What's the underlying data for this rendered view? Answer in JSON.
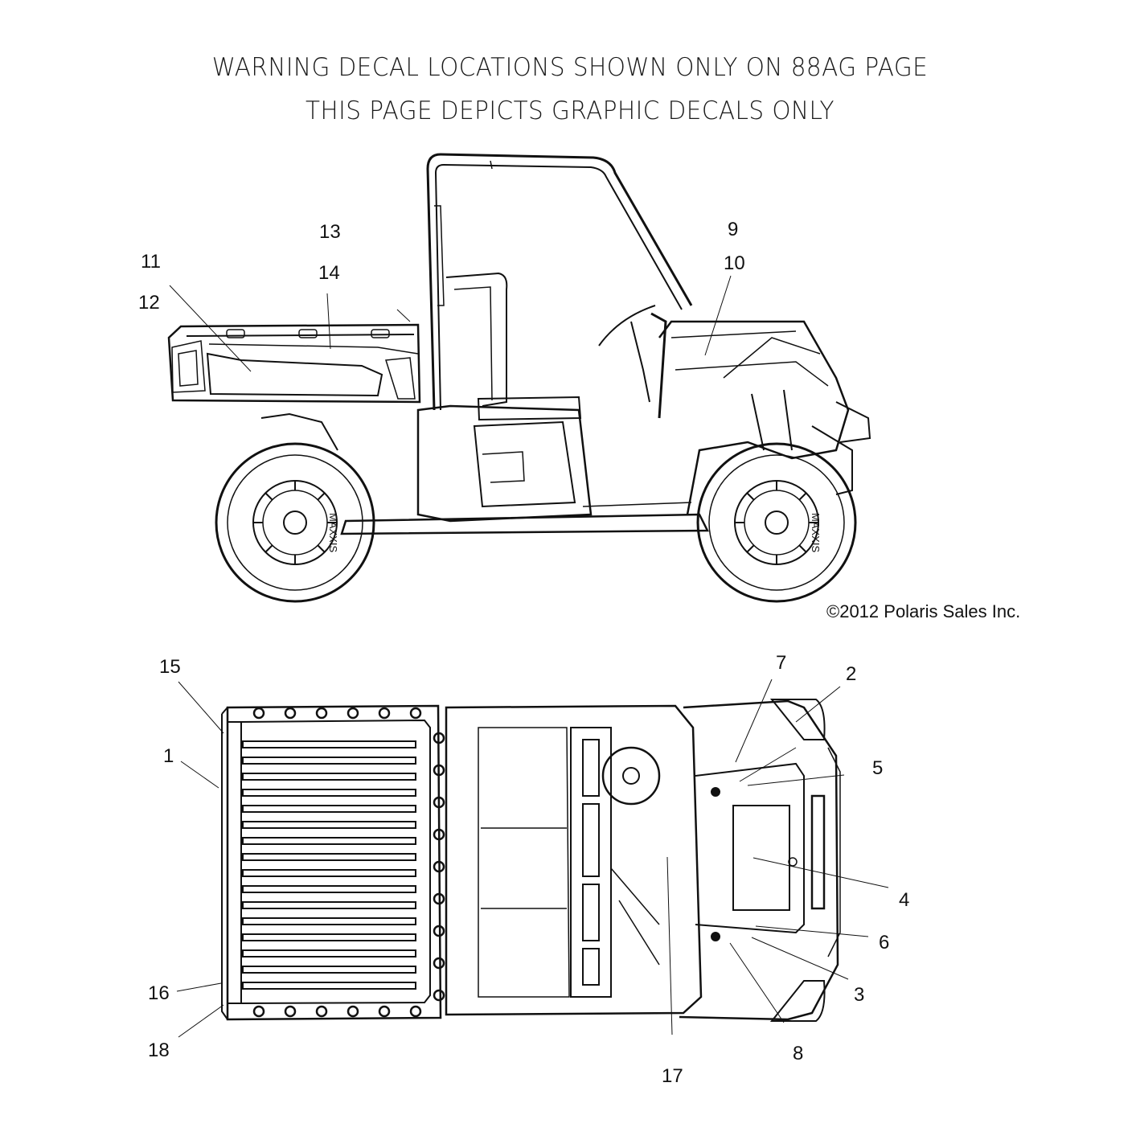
{
  "header": {
    "line1": "WARNING DECAL LOCATIONS SHOWN ONLY ON 88AG PAGE",
    "line2": "THIS PAGE DEPICTS GRAPHIC DECALS ONLY"
  },
  "copyright": "©2012 Polaris Sales Inc.",
  "side_view": {
    "title": "Side view",
    "callouts": [
      {
        "ref": "9"
      },
      {
        "ref": "10"
      },
      {
        "ref": "11"
      },
      {
        "ref": "12"
      },
      {
        "ref": "13"
      },
      {
        "ref": "14"
      }
    ]
  },
  "top_view": {
    "title": "Top view",
    "callouts": [
      {
        "ref": "1"
      },
      {
        "ref": "2"
      },
      {
        "ref": "3"
      },
      {
        "ref": "4"
      },
      {
        "ref": "5"
      },
      {
        "ref": "6"
      },
      {
        "ref": "7"
      },
      {
        "ref": "8"
      },
      {
        "ref": "15"
      },
      {
        "ref": "16"
      },
      {
        "ref": "17"
      },
      {
        "ref": "18"
      }
    ]
  },
  "tire_brand": "MAXXIS"
}
